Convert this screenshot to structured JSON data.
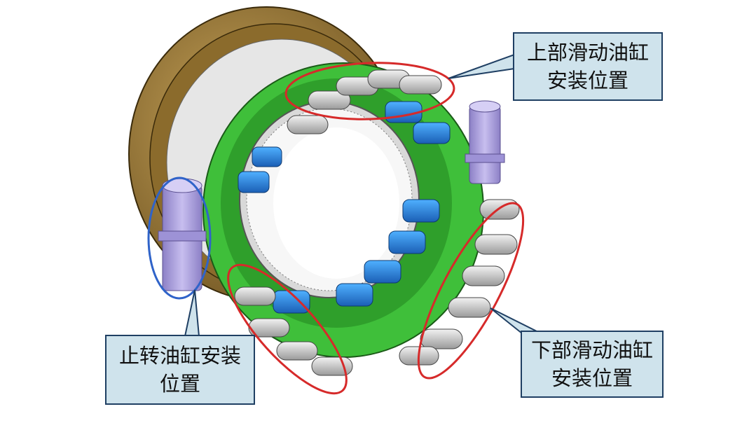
{
  "labels": {
    "upper_slide_cylinder": "上部滑动油缸安装位置",
    "lower_slide_cylinder": "下部滑动油缸安装位置",
    "anti_rotation_cylinder": "止转油缸安装位置"
  },
  "colors": {
    "callout_fill": "#cfe3ec",
    "callout_border": "#1f3f63",
    "highlight_ellipse_red": "#d62a2a",
    "highlight_ellipse_blue": "#2f63c9",
    "ring_green": "#3fbf3a",
    "cylinder_blue": "#2c8fe0",
    "rod_gray": "#cfcfcf",
    "outer_rim_bronze": "#8a6a2a",
    "stop_cylinder_purple": "#a89ad8"
  }
}
